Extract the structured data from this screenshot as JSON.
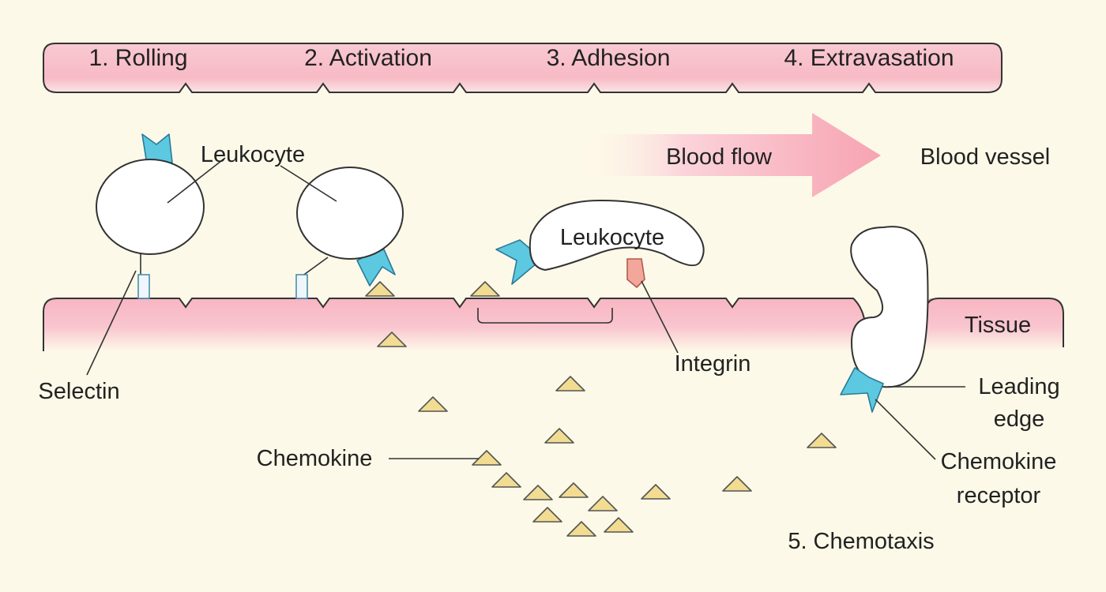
{
  "stages": [
    {
      "label": "1. Rolling"
    },
    {
      "label": "2. Activation"
    },
    {
      "label": "3. Adhesion"
    },
    {
      "label": "4. Extravasation"
    }
  ],
  "labels": {
    "leukocyte_top": "Leukocyte",
    "leukocyte_middle": "Leukocyte",
    "blood_flow": "Blood flow",
    "blood_vessel": "Blood vessel",
    "tissue": "Tissue",
    "selectin": "Selectin",
    "integrin": "Integrin",
    "chemokine": "Chemokine",
    "leading_edge_line1": "Leading",
    "leading_edge_line2": "edge",
    "chemokine_receptor_line1": "Chemokine",
    "chemokine_receptor_line2": "receptor",
    "chemotaxis": "5. Chemotaxis"
  },
  "colors": {
    "background": "#fdf9e8",
    "vessel_wall": "#f7bfc9",
    "vessel_wall_stroke": "#333333",
    "arrow": "#f7a9b7",
    "chemokine": "#f1dc92",
    "receptor": "#5cc9e0",
    "selectin": "#eef6fb",
    "integrin": "#f3a79a"
  },
  "icons": {
    "chemokine": "triangle-shape",
    "chemokine_receptor": "notched-receptor-shape",
    "selectin": "small-rectangle-shape",
    "integrin": "pentagon-stalk-shape",
    "blood_flow": "right-arrow-shape"
  }
}
